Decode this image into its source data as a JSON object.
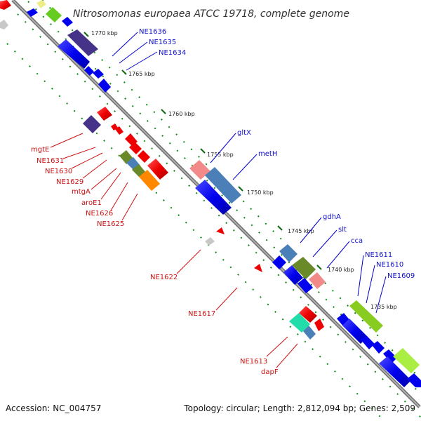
{
  "title": "Nitrosomonas europaea ATCC 19718, complete genome",
  "footer": {
    "accession": "Accession: NC_004757",
    "summary": "Topology: circular; Length: 2,812,094 bp; Genes: 2,509"
  },
  "ticks": [
    "1770 kbp",
    "1765 kbp",
    "1760 kbp",
    "1755 kbp",
    "1750 kbp",
    "1745 kbp",
    "1740 kbp",
    "1735 kbp"
  ],
  "labels": {
    "NE1636": "NE1636",
    "NE1635": "NE1635",
    "NE1634": "NE1634",
    "gltX": "gltX",
    "metH": "metH",
    "mgtE": "mgtE",
    "NE1631": "NE1631",
    "NE1630": "NE1630",
    "NE1629": "NE1629",
    "mtgA": "mtgA",
    "aroE1": "aroE1",
    "NE1626": "NE1626",
    "NE1625": "NE1625",
    "NE1622": "NE1622",
    "NE1617": "NE1617",
    "gdhA": "gdhA",
    "slt": "slt",
    "cca": "cca",
    "NE1611": "NE1611",
    "NE1610": "NE1610",
    "NE1609": "NE1609",
    "NE1613": "NE1613",
    "dapF": "dapF"
  },
  "colors": {
    "forward_strand": "#0000ee",
    "reverse_strand": "#ee0000",
    "backbone": "#777777",
    "tick_marks": "#118811"
  }
}
